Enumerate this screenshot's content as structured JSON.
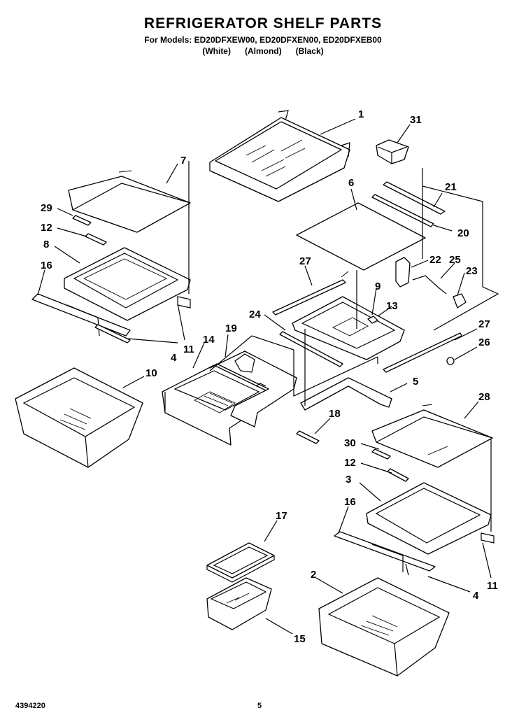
{
  "header": {
    "title": "REFRIGERATOR SHELF PARTS",
    "models_line": "For Models: ED20DFXEW00, ED20DFXEN00, ED20DFXEB00",
    "colors": [
      "(White)",
      "(Almond)",
      "(Black)"
    ]
  },
  "footer": {
    "doc_number": "4394220",
    "page_number": "5"
  },
  "callouts": [
    "1",
    "2",
    "3",
    "4",
    "4",
    "5",
    "6",
    "7",
    "8",
    "9",
    "10",
    "11",
    "11",
    "12",
    "12",
    "13",
    "14",
    "15",
    "16",
    "16",
    "17",
    "18",
    "19",
    "20",
    "21",
    "22",
    "23",
    "24",
    "25",
    "26",
    "27",
    "27",
    "28",
    "29",
    "30",
    "31"
  ]
}
